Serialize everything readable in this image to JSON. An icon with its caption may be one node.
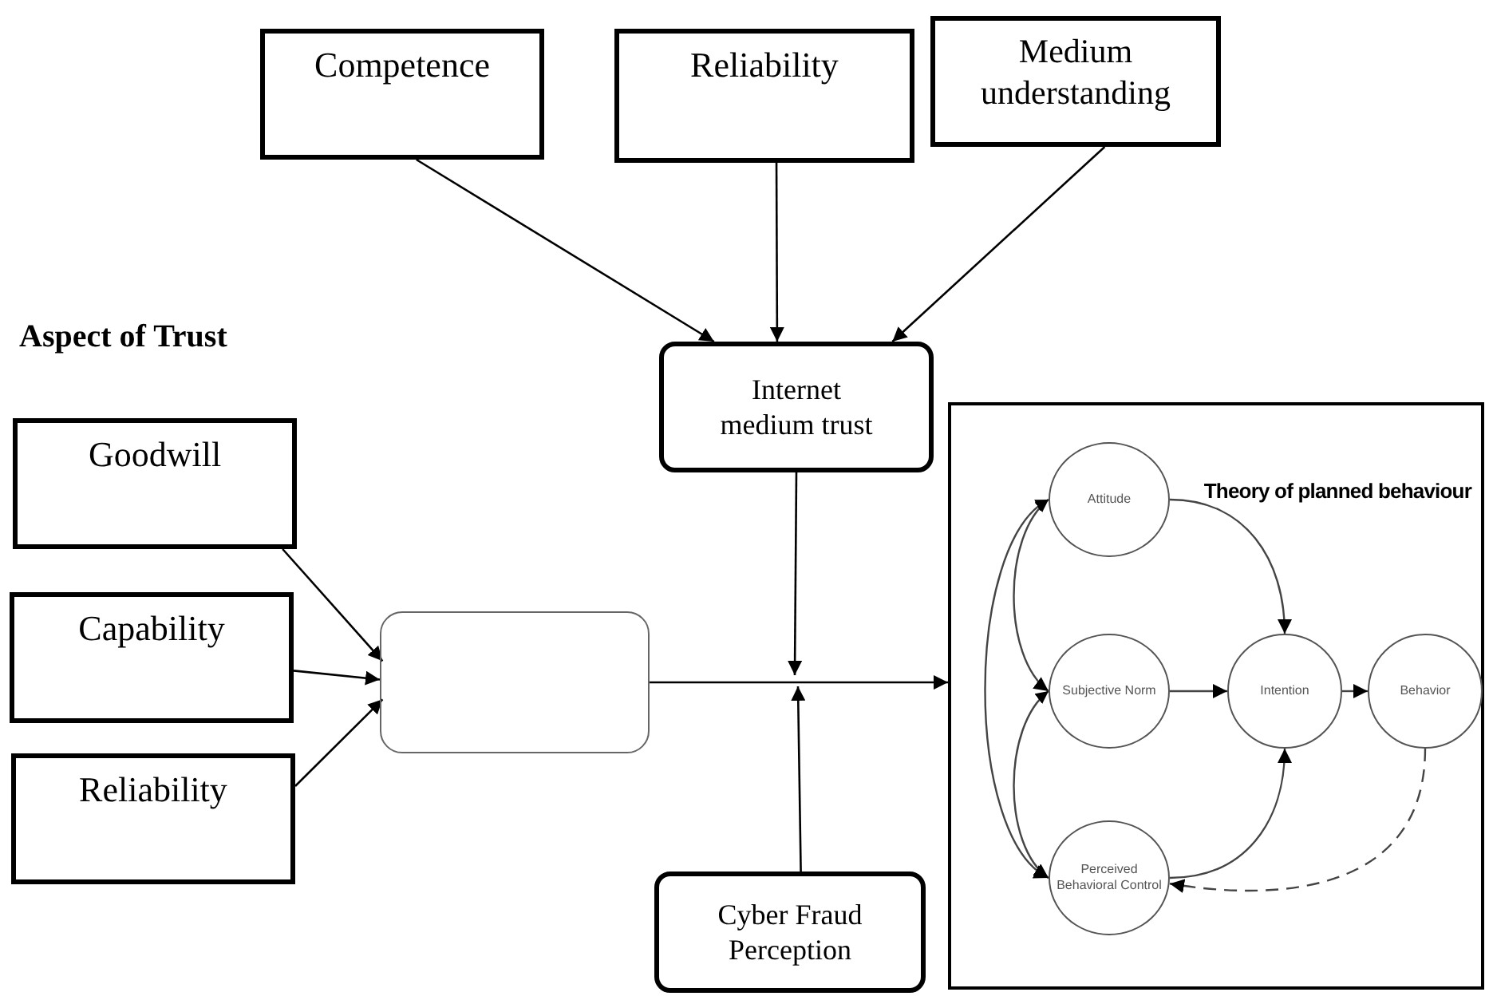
{
  "diagram": {
    "nodes": [
      {
        "text": [
          "Competence"
        ]
      },
      {
        "text": [
          "Reliability"
        ]
      },
      {
        "text": [
          "Medium understanding"
        ]
      },
      {
        "text": [
          "Internet medium trust"
        ]
      },
      {
        "text": [
          "Goodwill"
        ]
      },
      {
        "text": [
          "Capability"
        ]
      },
      {
        "text": [
          "Reliability"
        ]
      },
      {
        "text": [],
        "shape": "box"
      },
      {
        "text": [
          "Cyber Fraud Perception"
        ]
      },
      {
        "text": [
          "Theory of planned behaviour"
        ]
      },
      {
        "text": [
          "Attitude"
        ],
        "in": 9
      },
      {
        "text": [
          "Subjective Norm"
        ],
        "in": 9
      },
      {
        "text": [
          "Intention"
        ],
        "in": 9
      },
      {
        "text": [
          "Behavior"
        ],
        "in": 9
      },
      {
        "text": [
          "Perceived Behavioral Control"
        ],
        "in": 9
      }
    ],
    "edges": [
      {
        "from": 0,
        "to": 3,
        "arrow": "to"
      },
      {
        "from": 1,
        "to": 3,
        "arrow": "to"
      },
      {
        "from": 2,
        "to": 3,
        "arrow": "to"
      },
      {
        "from": 3,
        "to": null,
        "arrow": "to"
      },
      {
        "from": 8,
        "to": null,
        "arrow": "to"
      },
      {
        "from": 4,
        "to": 7,
        "arrow": "to"
      },
      {
        "from": 5,
        "to": 7,
        "arrow": "to"
      },
      {
        "from": 6,
        "to": 7,
        "arrow": "to"
      },
      {
        "from": 7,
        "to": 9,
        "arrow": "to"
      },
      {
        "from": 10,
        "to": 12,
        "arrow": "to"
      },
      {
        "from": 11,
        "to": 12,
        "arrow": "to"
      },
      {
        "from": 14,
        "to": 12,
        "arrow": "to"
      },
      {
        "from": 12,
        "to": 13,
        "arrow": "to"
      },
      {
        "from": 13,
        "to": 14,
        "arrow": "to",
        "style": "dashed"
      },
      {
        "from": 10,
        "to": 11,
        "arrow": "both"
      },
      {
        "from": 11,
        "to": 14,
        "arrow": "both"
      },
      {
        "from": 10,
        "to": 14,
        "arrow": "both"
      }
    ],
    "labels": [
      "Aspect of Trust"
    ]
  }
}
